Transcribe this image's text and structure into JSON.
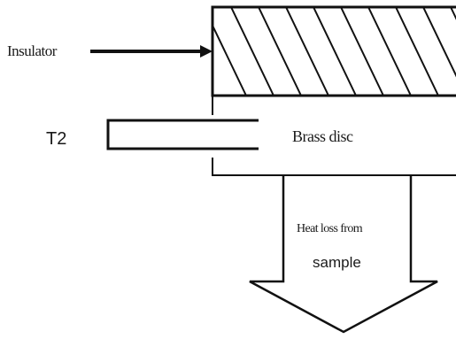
{
  "labels": {
    "insulator": "Insulator",
    "t2": "T2",
    "brass_disc": "Brass disc",
    "heat_loss_line1": "Heat loss from",
    "heat_loss_line2": "sample"
  }
}
